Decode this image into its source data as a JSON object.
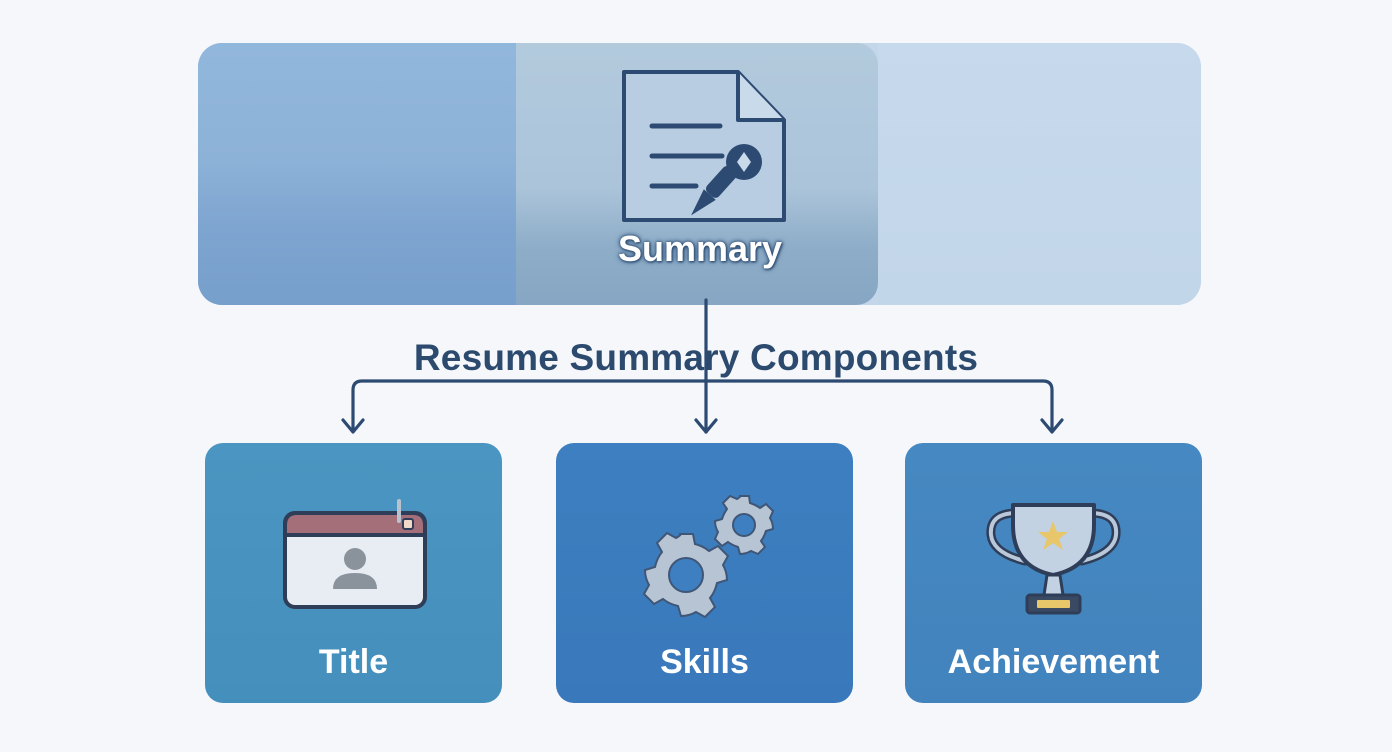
{
  "banner": {
    "label": "Summary",
    "icon": "document-pen-icon"
  },
  "diagram": {
    "title": "Resume Summary Components"
  },
  "components": [
    {
      "label": "Title",
      "icon": "profile-card-icon"
    },
    {
      "label": "Skills",
      "icon": "gears-icon"
    },
    {
      "label": "Achievement",
      "icon": "trophy-icon"
    }
  ],
  "colors": {
    "background": "#f5f7fa",
    "title_text": "#2b4a6e",
    "card_title": "#4a95c1",
    "card_skills": "#3d7fc0",
    "card_achievement": "#4688c1",
    "trophy_gold": "#e8c66a"
  }
}
